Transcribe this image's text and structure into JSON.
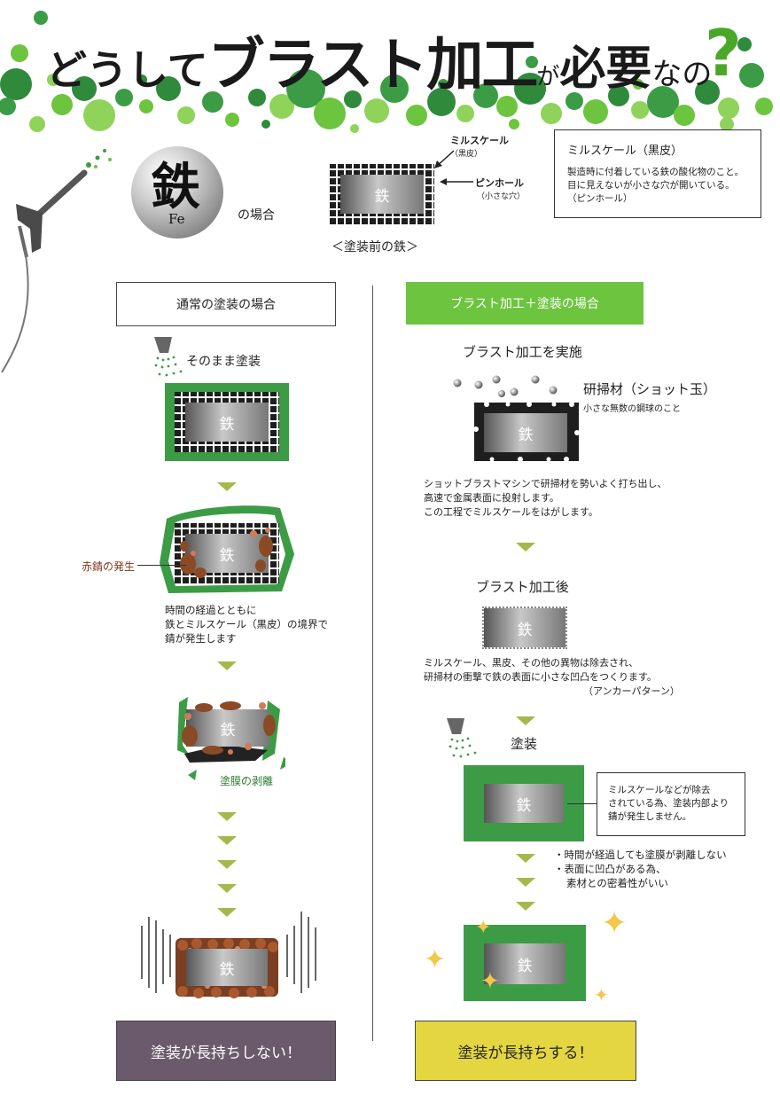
{
  "header": {
    "title_part1": "どうして",
    "title_part2": "ブラスト加工",
    "title_part3": "が",
    "title_part4": "必要",
    "title_part5": "なの",
    "title_qmark": "?"
  },
  "intro": {
    "iron_kanji": "鉄",
    "iron_symbol": "Fe",
    "case_label": "の場合",
    "diagram_iron_label": "鉄",
    "mill_scale_label": "ミルスケール",
    "mill_scale_sub": "（黒皮）",
    "pinhole_label": "ピンホール",
    "pinhole_sub": "（小さな穴）",
    "caption": "＜塗装前の鉄＞",
    "note_title": "ミルスケール（黒皮）",
    "note_line1": "製造時に付着している鉄の酸化物のこと。",
    "note_line2": "目に見えないが小さな穴が開いている。",
    "note_line3": "（ピンホール）"
  },
  "left": {
    "heading": "通常の塗装の場合",
    "step1_label": "そのまま塗装",
    "iron": "鉄",
    "rust_label": "赤錆の発生",
    "desc_line1": "時間の経過とともに",
    "desc_line2": "鉄とミルスケール（黒皮）の境界で",
    "desc_line3": "錆が発生します",
    "peel_label": "塗膜の剥離",
    "result": "塗装が長持ちしない！"
  },
  "right": {
    "heading": "ブラスト加工＋塗装の場合",
    "step1_label": "ブラスト加工を実施",
    "abrasive_label": "研掃材（ショット玉）",
    "abrasive_sub": "小さな無数の鋼球のこと",
    "iron": "鉄",
    "desc1_line1": "ショットブラストマシンで研掃材を勢いよく打ち出し、",
    "desc1_line2": "高速で金属表面に投射します。",
    "desc1_line3": "この工程でミルスケールをはがします。",
    "step2_label": "ブラスト加工後",
    "desc2_line1": "ミルスケール、黒皮、その他の異物は除去され、",
    "desc2_line2": "研掃材の衝撃で鉄の表面に小さな凹凸をつくります。",
    "desc2_line3": "（アンカーパターン）",
    "step3_label": "塗装",
    "note_line1": "ミルスケールなどが除去",
    "note_line2": "されている為、塗装内部より",
    "note_line3": "錆が発生しません。",
    "point1": "・時間が経過しても塗膜が剥離しない",
    "point2": "・表面に凹凸がある為、",
    "point3": "素材との密着性がいい",
    "result": "塗装が長持ちする！"
  },
  "colors": {
    "green": "#3b9c45",
    "bright_green": "#6dc43f",
    "arrow": "#a7b84a",
    "bad_result_bg": "#6b5a6b",
    "good_result_bg": "#e3d641",
    "rust": "#7a3a1a"
  }
}
